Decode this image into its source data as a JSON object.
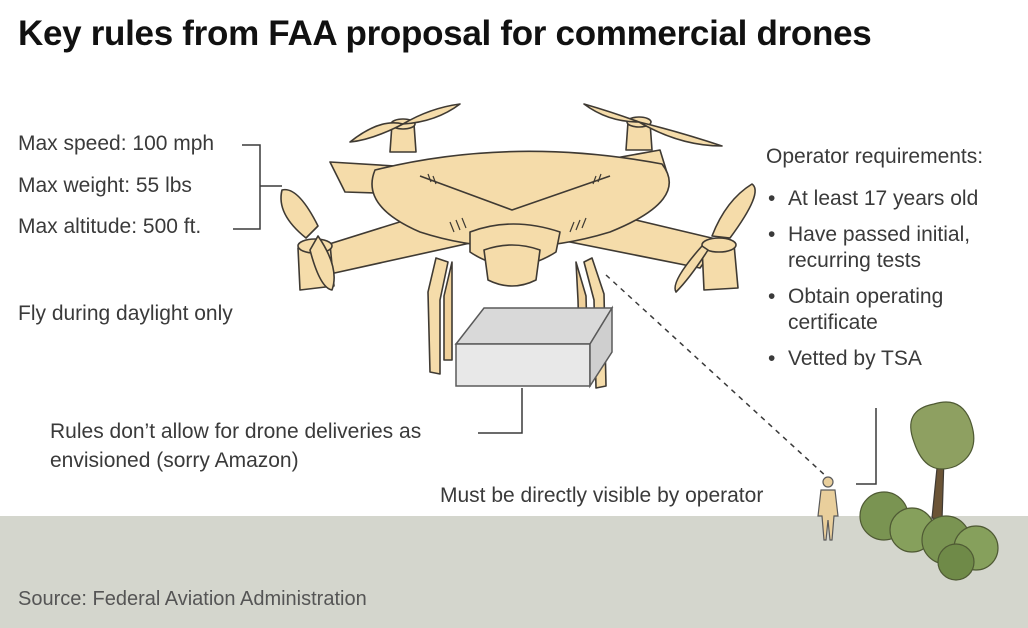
{
  "title": "Key rules from FAA proposal for commercial drones",
  "limits": {
    "speed": "Max speed: 100 mph",
    "weight": "Max weight: 55 lbs",
    "altitude": "Max altitude: 500 ft."
  },
  "daylight": "Fly during daylight only",
  "deliveries": {
    "line1": "Rules don’t allow for drone deliveries as",
    "line2": "envisioned (sorry Amazon)"
  },
  "visibility": "Must be directly visible by operator",
  "operator": {
    "heading": "Operator requirements:",
    "items": [
      "At least 17 years old",
      "Have passed initial,\nrecurring tests",
      "Obtain operating\ncertificate",
      "Vetted by TSA"
    ]
  },
  "source": "Source: Federal Aviation Administration",
  "icons": [
    "drone-icon",
    "package-icon",
    "operator-person-icon",
    "tree-icon",
    "bush-icon"
  ],
  "colors": {
    "drone_fill": "#f5dcaa",
    "drone_outline": "#3f3a33",
    "package_fill": "#e8e8e8",
    "ground": "#d4d6cd",
    "tree_foliage": "#8ea061",
    "bush": "#7a9452",
    "trunk": "#6b5436"
  }
}
